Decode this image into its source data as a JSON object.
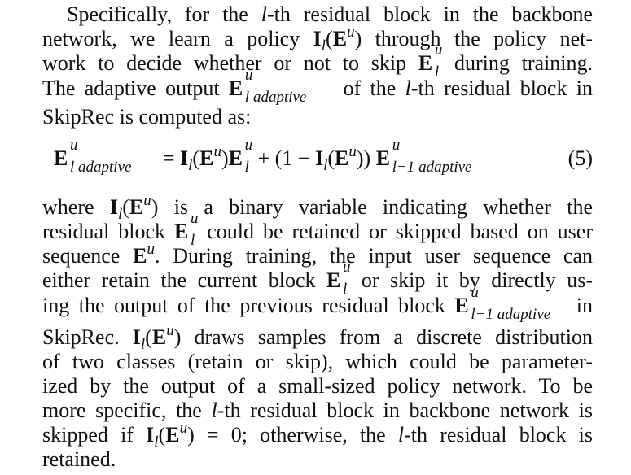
{
  "paragraph1": {
    "l1_a": "Specifically, for the ",
    "l1_b": "-th residual block in the backbone",
    "l2_a": "network, we learn a policy ",
    "l2_b": " through the policy net-",
    "l3_a": "work to decide whether or not to skip ",
    "l3_b": " during training.",
    "l4_a": "The adaptive output ",
    "l4_b": " of the ",
    "l4_c": "-th residual block in",
    "l5": "SkipRec is computed as:"
  },
  "symbols": {
    "ell": "l",
    "l_minus_1": "l−1",
    "u": "u",
    "E": "E",
    "I": "I",
    "adaptive": "adaptive"
  },
  "equation": {
    "equals": "=",
    "plus": "+",
    "one_minus": "(1 −",
    "number": "(5)"
  },
  "paragraph2": {
    "l1_a": "where ",
    "l1_b": " is a binary variable indicating whether the",
    "l2_a": "residual block ",
    "l2_b": " could be retained or skipped based on user",
    "l3_a": "sequence ",
    "l3_b": ". During training, the input user sequence can",
    "l4_a": "either retain the current block ",
    "l4_b": " or skip it by directly us-",
    "l5_a": "ing the output of the previous residual block ",
    "l5_b": "in",
    "l6_a": "SkipRec. ",
    "l6_b": " draws samples from a discrete distribution",
    "l7": "of two classes (retain or skip), which could be parameter-",
    "l8": "ized by the output of a small-sized policy network. To be",
    "l9_a": "more specific, the ",
    "l9_b": "-th residual block in backbone network is",
    "l10_a": "skipped if ",
    "l10_b": " = 0; otherwise, the ",
    "l10_c": "-th residual block is",
    "l11": "retained."
  }
}
